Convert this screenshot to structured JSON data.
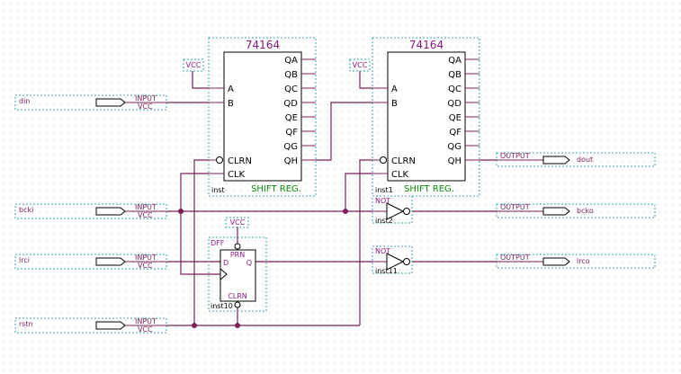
{
  "chips": [
    {
      "part": "74164",
      "instance": "inst",
      "footer": "SHIFT REG.",
      "pins_left": [
        "A",
        "B",
        "CLRN",
        "CLK"
      ],
      "pins_right": [
        "QA",
        "QB",
        "QC",
        "QD",
        "QE",
        "QF",
        "QG",
        "QH"
      ]
    },
    {
      "part": "74164",
      "instance": "inst1",
      "footer": "SHIFT REG.",
      "pins_left": [
        "A",
        "B",
        "CLRN",
        "CLK"
      ],
      "pins_right": [
        "QA",
        "QB",
        "QC",
        "QD",
        "QE",
        "QF",
        "QG",
        "QH"
      ]
    }
  ],
  "vcc_label": "VCC",
  "dff": {
    "type": "DFF",
    "d": "D",
    "q": "Q",
    "prn": "PRN",
    "clrn": "CLRN",
    "instance": "inst10"
  },
  "inverters": [
    {
      "type": "NOT",
      "instance": "inst2"
    },
    {
      "type": "NOT",
      "instance": "inst11"
    }
  ],
  "inputs": [
    {
      "name": "din",
      "kind": "INPUT",
      "sub": "VCC"
    },
    {
      "name": "bcki",
      "kind": "INPUT",
      "sub": "VCC"
    },
    {
      "name": "lrci",
      "kind": "INPUT",
      "sub": "VCC"
    },
    {
      "name": "rstn",
      "kind": "INPUT",
      "sub": "VCC"
    }
  ],
  "outputs": [
    {
      "name": "dout",
      "kind": "OUTPUT"
    },
    {
      "name": "bcko",
      "kind": "OUTPUT"
    },
    {
      "name": "lrco",
      "kind": "OUTPUT"
    }
  ]
}
